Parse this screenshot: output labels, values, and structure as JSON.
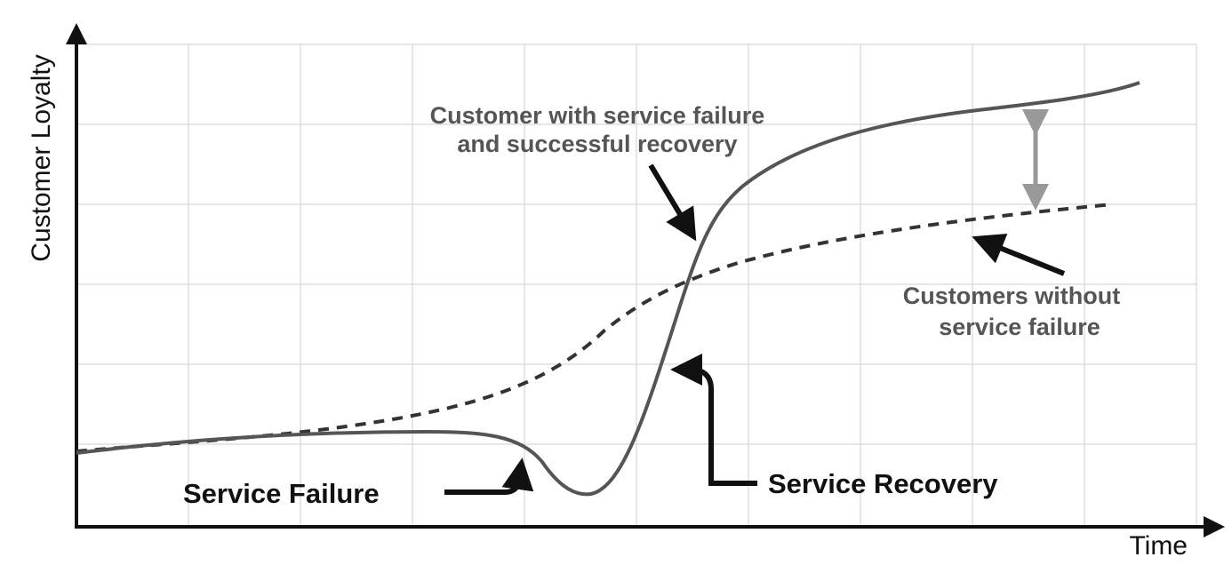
{
  "axes": {
    "y_label": "Customer Loyalty",
    "x_label": "Time"
  },
  "annotations": {
    "with_recovery": [
      "Customer with service failure",
      "and successful recovery"
    ],
    "without_failure": [
      "Customers without",
      "service failure"
    ],
    "service_failure": "Service Failure",
    "service_recovery": "Service Recovery"
  },
  "lines": {
    "with_recovery": {
      "style": "solid",
      "color": "#555555"
    },
    "without_failure": {
      "style": "dashed",
      "color": "#333333"
    }
  },
  "colors": {
    "grid": "#dddddd",
    "axis": "#111111",
    "gap_arrow": "#999999",
    "pointer_arrow": "#111111"
  },
  "grid": true
}
